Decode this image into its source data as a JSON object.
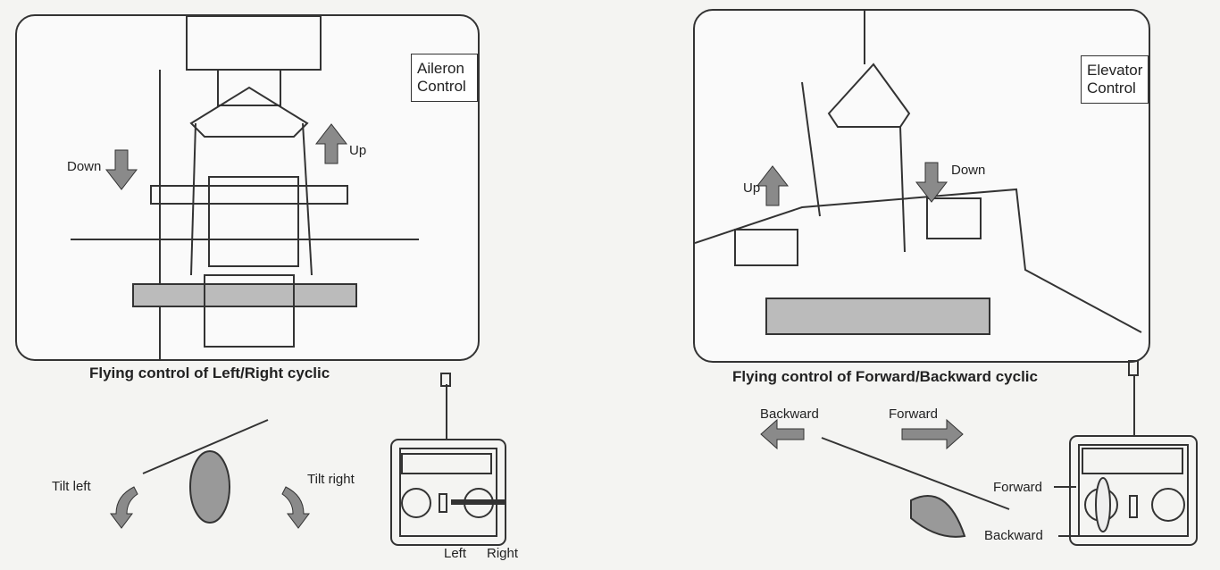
{
  "left": {
    "tag": "Aileron  Control",
    "down": "Down",
    "up": "Up",
    "caption": "Flying control of Left/Right cyclic",
    "tilt_left": "Tilt left",
    "tilt_right": "Tilt right",
    "stick_left": "Left",
    "stick_right": "Right"
  },
  "right": {
    "tag": "Elevator Control",
    "up": "Up",
    "down": "Down",
    "caption": "Flying control of Forward/Backward cyclic",
    "backward": "Backward",
    "forward": "Forward",
    "stick_forward": "Forward",
    "stick_backward": "Backward"
  },
  "colors": {
    "arrow": "#8a8a8a",
    "line": "#333333"
  }
}
